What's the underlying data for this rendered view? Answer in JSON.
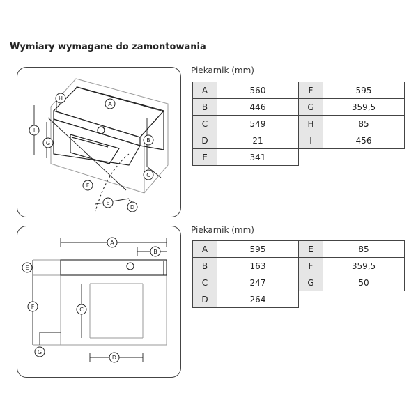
{
  "title": "Wymiary wymagane do zamontowania",
  "diagram1": {
    "caption": "Piekarnik (mm)",
    "rows": [
      {
        "k1": "A",
        "v1": "560",
        "k2": "F",
        "v2": "595"
      },
      {
        "k1": "B",
        "v1": "446",
        "k2": "G",
        "v2": "359,5"
      },
      {
        "k1": "C",
        "v1": "549",
        "k2": "H",
        "v2": "85"
      },
      {
        "k1": "D",
        "v1": "21",
        "k2": "I",
        "v2": "456"
      },
      {
        "k1": "E",
        "v1": "341",
        "k2": "",
        "v2": ""
      }
    ],
    "labels": [
      "A",
      "B",
      "C",
      "D",
      "E",
      "F",
      "G",
      "H",
      "I"
    ]
  },
  "diagram2": {
    "caption": "Piekarnik (mm)",
    "rows": [
      {
        "k1": "A",
        "v1": "595",
        "k2": "E",
        "v2": "85"
      },
      {
        "k1": "B",
        "v1": "163",
        "k2": "F",
        "v2": "359,5"
      },
      {
        "k1": "C",
        "v1": "247",
        "k2": "G",
        "v2": "50"
      },
      {
        "k1": "D",
        "v1": "264",
        "k2": "",
        "v2": ""
      }
    ],
    "labels": [
      "A",
      "B",
      "C",
      "D",
      "E",
      "F",
      "G"
    ]
  }
}
